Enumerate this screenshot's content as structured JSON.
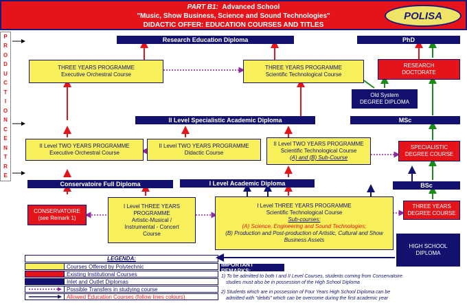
{
  "header": {
    "part": "PART B1:",
    "school": "Advanced School",
    "subtitle": "\"Music, Show Business, Science and Sound Technologies\"",
    "offer": "DIDACTIC OFFER: EDUCATION COURSES AND TITLES",
    "logo": "POLISA"
  },
  "sidebar": {
    "production": [
      "P",
      "R",
      "O",
      "D",
      "U",
      "C",
      "T",
      "I",
      "O",
      "N"
    ],
    "centre": [
      "C",
      "E",
      "N",
      "T",
      "R",
      "E"
    ]
  },
  "bars": {
    "research": "Research Education Diploma",
    "phd": "PhD",
    "specialistic": "II Level Specialistic Academic Diploma",
    "msc": "MSc",
    "conservatoire": "Conservatoire Full Diploma",
    "academic": "I Level Academic Diploma",
    "bsc": "BSc"
  },
  "boxes": {
    "three_exec": {
      "l1": "THREE YEARS PROGRAMME",
      "l2": "Executive Orchestral Course"
    },
    "three_sci": {
      "l1": "THREE YEARS PROGRAMME",
      "l2": "Scientific Technological Course"
    },
    "research_doc": {
      "l1": "RESEARCH",
      "l2": "DOCTORATE"
    },
    "old_system": {
      "l1": "Old System",
      "l2": "DEGREE DIPLOMA"
    },
    "two_exec": {
      "l1": "II Level TWO YEARS PROGRAMME",
      "l2": "Executive Orchestral Course"
    },
    "two_did": {
      "l1": "II Level TWO YEARS PROGRAMME",
      "l2": "Didactic Course"
    },
    "two_sci": {
      "l1": "II Level TWO YEARS PROGRAMME",
      "l2": "Scientific Technological Course",
      "l3": "(A) and (B) Sub-Course"
    },
    "spec_degree": {
      "l1": "SPECIALISTIC",
      "l2": "DEGREE COURSE"
    },
    "conservatoire": {
      "l1": "CONSERVATOIRE",
      "l2": "(see Remark 1)"
    },
    "i_three_art": {
      "l1": "I Level THREE YEARS",
      "l2": "PROGRAMME",
      "l3": "Artistic-Musical /",
      "l4": "Instrumental - Concert",
      "l5": "Course"
    },
    "i_three_sci": {
      "l1": "I Level THREE YEARS PROGRAMME",
      "l2": "Scientific Technological Course",
      "sub": "Sub-courses:",
      "a": "(A) Science, Engineering and Sound Technologies;",
      "b": "(B) Production and Post-production of Artistic, Cultural and Show Business Assets"
    },
    "three_degree": {
      "l1": "THREE YEARS",
      "l2": "DEGREE COURSE"
    },
    "high_school": {
      "l1": "HIGH SCHOOL",
      "l2": "DIPLOMA"
    }
  },
  "legend": {
    "title": "LEGENDA:",
    "items": [
      "Courses Offered by Polytechnic",
      "Existing Institutional Courses",
      "Inlet and Outlet Diplomas",
      "Possible Transfers in studying course",
      "Allowed Education Courses (follow lines colours)"
    ]
  },
  "remarks": {
    "title": "IMPORTANT REMARKS:",
    "r1a": "1) To be admitted to both I and II Level Courses, students coming from Conservatoire",
    "r1b": "studies must also be in possession of the High School Diploma",
    "r2a": "2) Students which are in possession of Four Years High School Diploma can be",
    "r2b": "admitted with \"debits\" which can be overcome during the first academic year"
  },
  "colors": {
    "red": "#e4141a",
    "navy": "#12126e",
    "yellow": "#f7f05a",
    "green": "#1a8a1a",
    "purple": "#8a2a9a"
  }
}
